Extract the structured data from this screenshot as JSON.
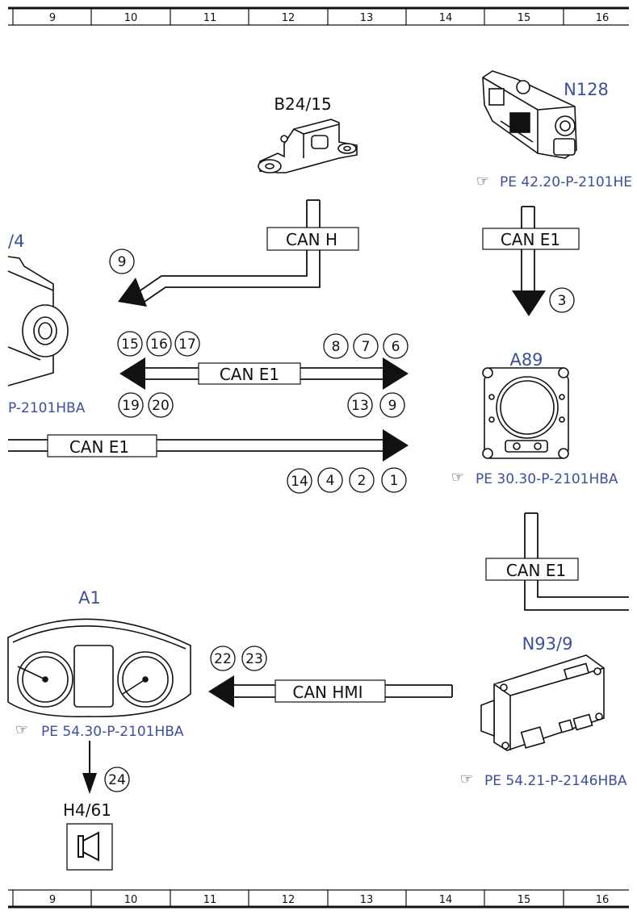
{
  "ruler": {
    "top_numbers": [
      "9",
      "10",
      "11",
      "12",
      "13",
      "14",
      "15",
      "16"
    ],
    "bottom_numbers": [
      "9",
      "10",
      "11",
      "12",
      "13",
      "14",
      "15",
      "16"
    ]
  },
  "components": {
    "b24_15": {
      "label": "B24/15"
    },
    "n128": {
      "label": "N128",
      "ref": "PE 42.20-P-2101HE"
    },
    "left_partial": {
      "label": "/4",
      "ref": "P-2101HBA"
    },
    "a89": {
      "label": "A89",
      "ref": "PE 30.30-P-2101HBA"
    },
    "a1": {
      "label": "A1",
      "ref": "PE 54.30-P-2101HBA"
    },
    "n93_9": {
      "label": "N93/9",
      "ref": "PE 54.21-P-2146HBA"
    },
    "h4_61": {
      "label": "H4/61"
    }
  },
  "buses": {
    "can_h": "CAN H",
    "can_e1_n128": "CAN E1",
    "can_e1_mid": "CAN E1",
    "can_e1_low": "CAN E1",
    "can_e1_right": "CAN E1",
    "can_hmi": "CAN HMI"
  },
  "markers": {
    "m9_top": "9",
    "m3": "3",
    "m15": "15",
    "m16": "16",
    "m17": "17",
    "m8": "8",
    "m7": "7",
    "m6": "6",
    "m19": "19",
    "m20": "20",
    "m13": "13",
    "m9_mid": "9",
    "m14": "14",
    "m4": "4",
    "m2": "2",
    "m1": "1",
    "m22": "22",
    "m23": "23",
    "m24": "24"
  },
  "icons": {
    "reference": "pointing-hand-icon",
    "speaker": "speaker-icon"
  }
}
